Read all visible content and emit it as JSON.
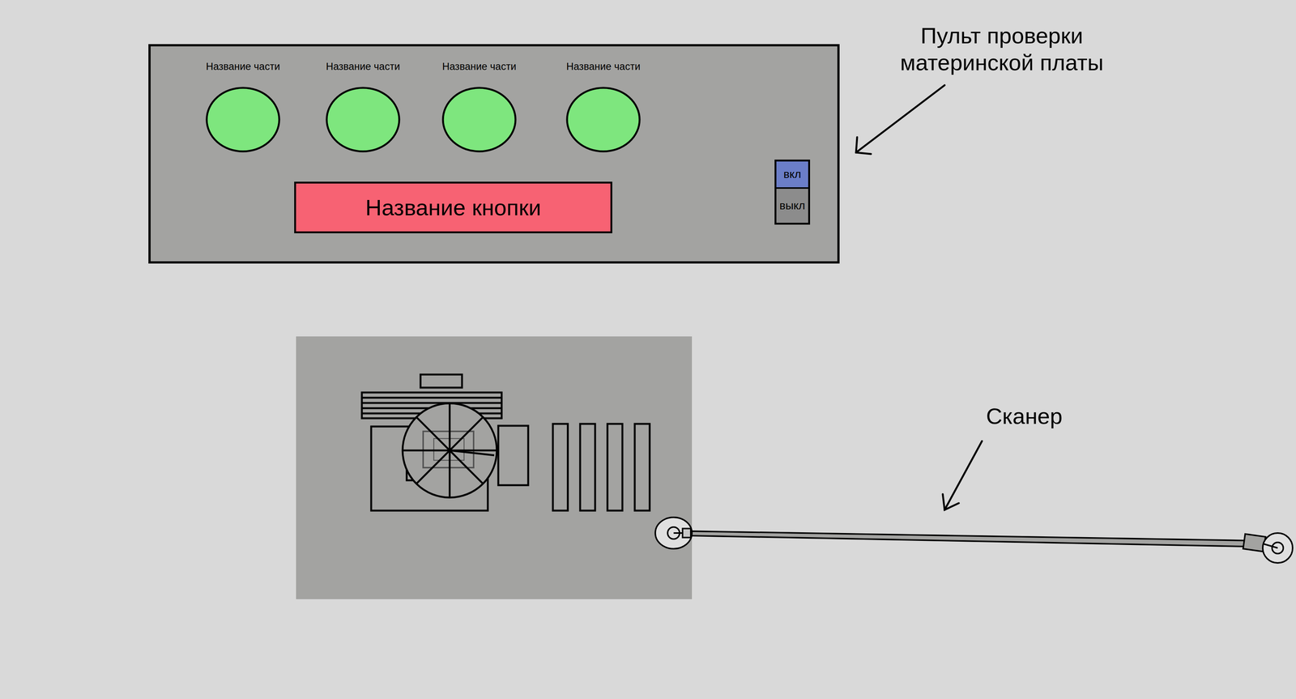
{
  "diagram": {
    "nodes": [
      {
        "text": [
          "Название части"
        ]
      },
      {
        "text": [
          "Название части"
        ]
      },
      {
        "text": [
          "Название части"
        ]
      },
      {
        "text": [
          "Название части"
        ]
      },
      {
        "text": [
          "Название кнопки"
        ]
      },
      {
        "text": [
          "вкл",
          "выкл"
        ]
      }
    ],
    "labels": [
      "Пульт проверки материнской платы",
      "Сканер"
    ]
  }
}
